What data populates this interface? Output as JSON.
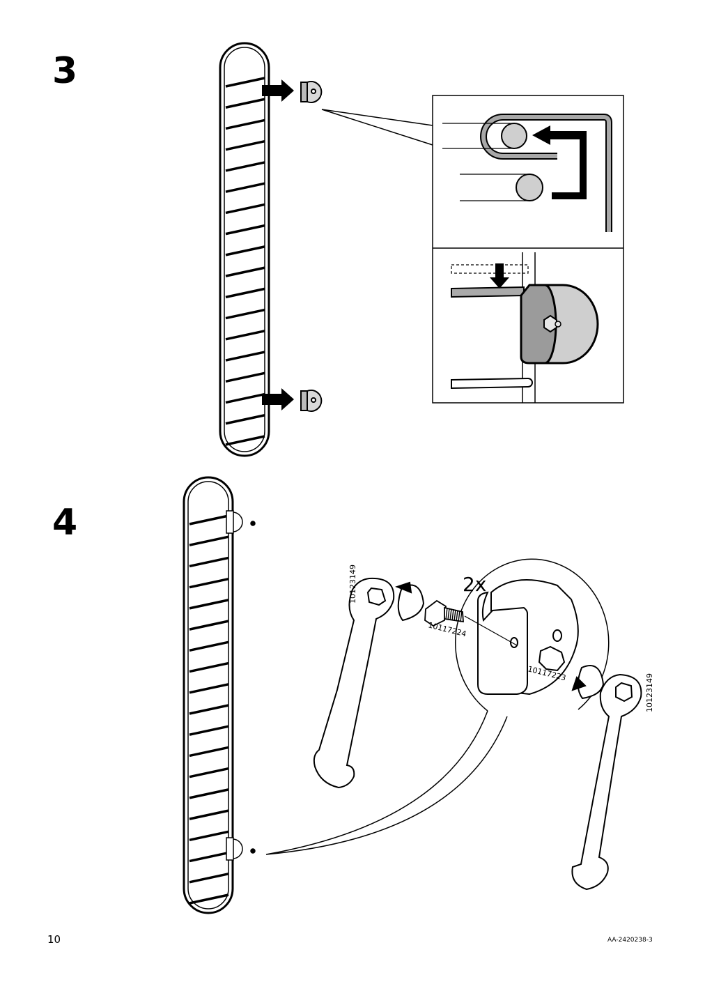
{
  "steps": [
    {
      "number": "3"
    },
    {
      "number": "4"
    }
  ],
  "step4": {
    "quantity": "2x",
    "part_bolt": "10117224",
    "part_nut": "10117223",
    "part_wrench_left": "10123149",
    "part_wrench_right": "10123149"
  },
  "footer": {
    "page_number": "10",
    "doc_code": "AA-2420238-3"
  },
  "colors": {
    "ink": "#000000",
    "shade": "#cccccc",
    "bracket": "#a8a8a8"
  }
}
